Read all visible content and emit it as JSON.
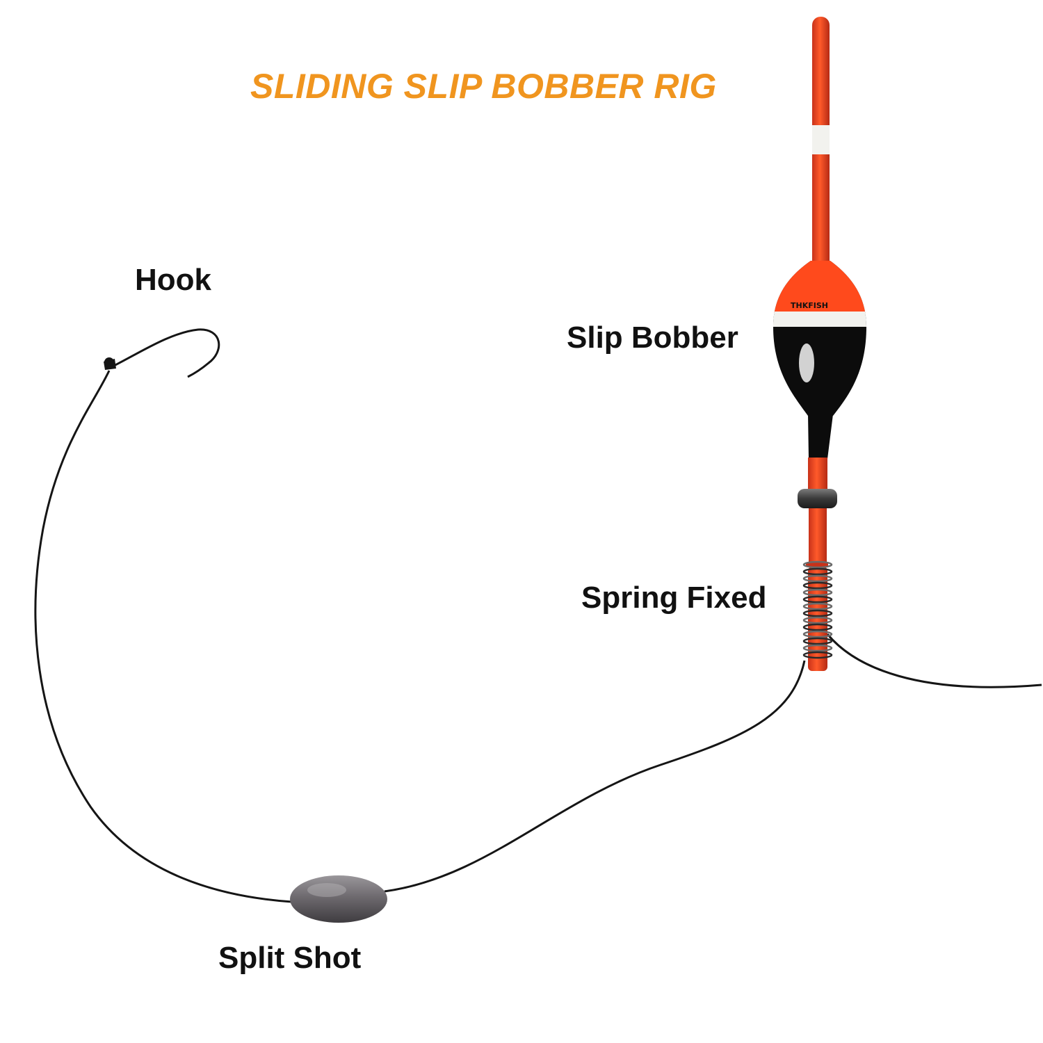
{
  "title": "SLIDING SLIP BOBBER RIG",
  "colors": {
    "title": "#f0951f",
    "bobber_orange": "#ff4a1c",
    "bobber_black": "#0c0c0c",
    "band_white": "#f2f2ee",
    "line": "#151515",
    "weight": "#6e6a6f"
  },
  "labels": {
    "hook": "Hook",
    "slip_bobber": "Slip Bobber",
    "spring_fixed": "Spring Fixed",
    "split_shot": "Split Shot"
  },
  "bobber": {
    "brand": "THKFISH"
  }
}
